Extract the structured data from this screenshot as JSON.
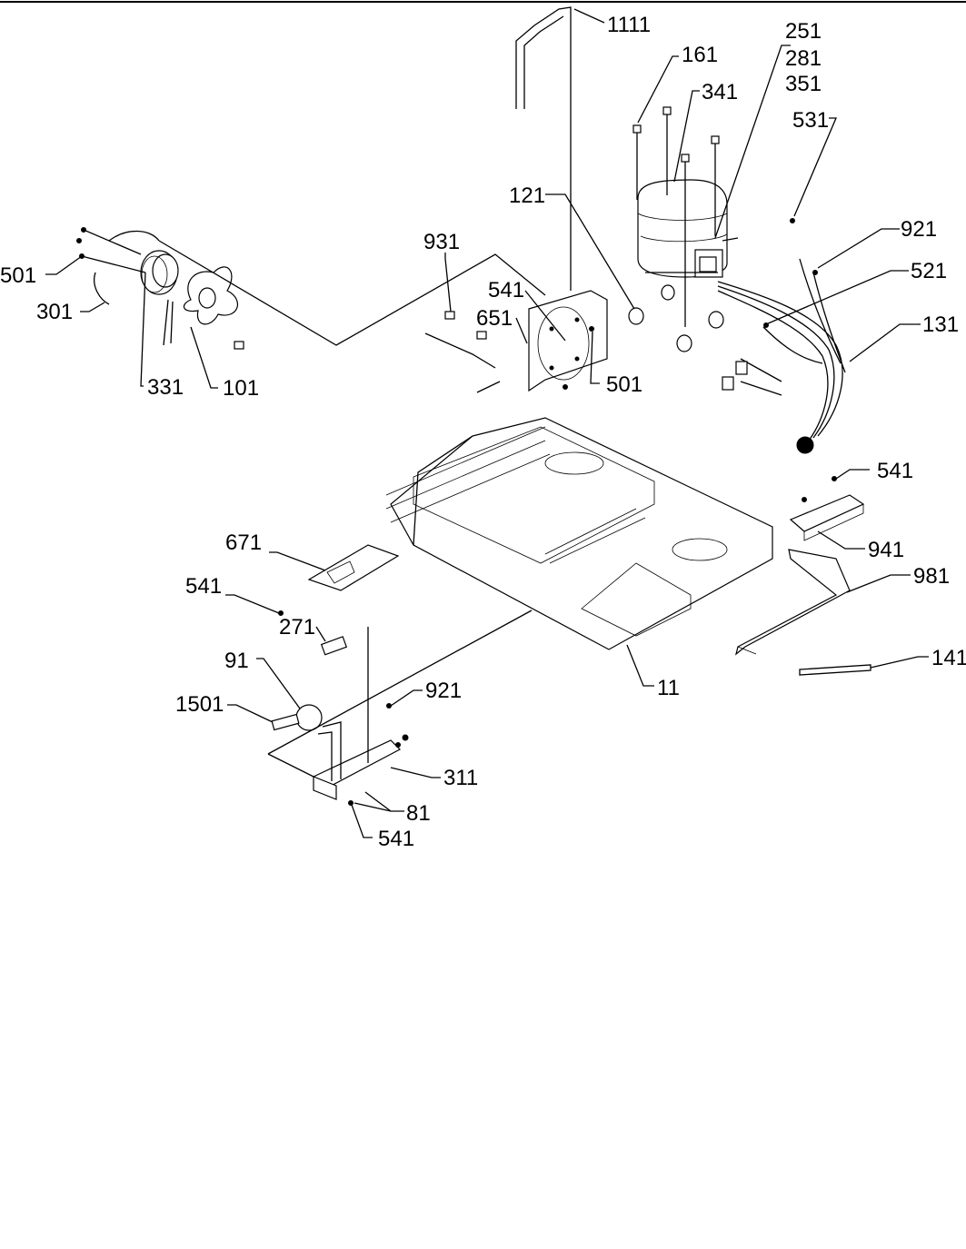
{
  "callouts": [
    {
      "id": "c1111",
      "text": "1111"
    },
    {
      "id": "c161",
      "text": "161"
    },
    {
      "id": "c251",
      "text": "251"
    },
    {
      "id": "c281",
      "text": "281"
    },
    {
      "id": "c351",
      "text": "351"
    },
    {
      "id": "c341",
      "text": "341"
    },
    {
      "id": "c531",
      "text": "531"
    },
    {
      "id": "c121",
      "text": "121"
    },
    {
      "id": "c921a",
      "text": "921"
    },
    {
      "id": "c931",
      "text": "931"
    },
    {
      "id": "c521",
      "text": "521"
    },
    {
      "id": "c541a",
      "text": "541"
    },
    {
      "id": "c651",
      "text": "651"
    },
    {
      "id": "c131",
      "text": "131"
    },
    {
      "id": "c501a",
      "text": "501"
    },
    {
      "id": "c301",
      "text": "301"
    },
    {
      "id": "c501b",
      "text": "501"
    },
    {
      "id": "c331",
      "text": "331"
    },
    {
      "id": "c101",
      "text": "101"
    },
    {
      "id": "c541b",
      "text": "541"
    },
    {
      "id": "c941",
      "text": "941"
    },
    {
      "id": "c671",
      "text": "671"
    },
    {
      "id": "c981",
      "text": "981"
    },
    {
      "id": "c541c",
      "text": "541"
    },
    {
      "id": "c271",
      "text": "271"
    },
    {
      "id": "c141",
      "text": "141"
    },
    {
      "id": "c91",
      "text": "91"
    },
    {
      "id": "c11",
      "text": "11"
    },
    {
      "id": "c921b",
      "text": "921"
    },
    {
      "id": "c1501",
      "text": "1501"
    },
    {
      "id": "c311",
      "text": "311"
    },
    {
      "id": "c81",
      "text": "81"
    },
    {
      "id": "c541d",
      "text": "541"
    }
  ]
}
